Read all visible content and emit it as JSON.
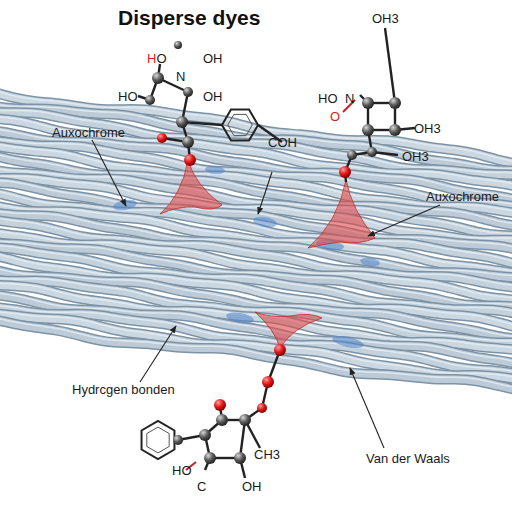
{
  "diagram": {
    "title": "Disperse dyes",
    "labels": [
      "Auxochrome",
      "Auxochrome",
      "Hydrcgen bonden",
      "Van der Waals",
      "HO",
      "OH",
      "N",
      "HO",
      "OH",
      "COH",
      "OH3",
      "HO",
      "N",
      "O",
      "OH3",
      "OH3",
      "HO",
      "C",
      "CH3",
      "OH"
    ]
  }
}
